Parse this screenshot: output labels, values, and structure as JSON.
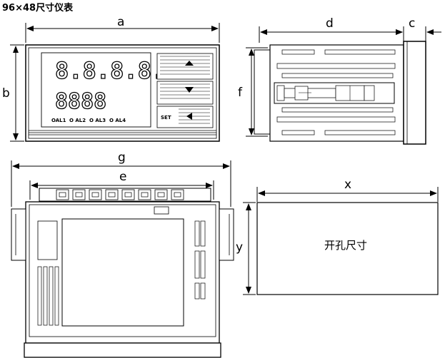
{
  "title": "96×48尺寸仪表",
  "dimensions": {
    "a": "a",
    "b": "b",
    "c": "c",
    "d": "d",
    "e": "e",
    "f": "f",
    "g": "g",
    "x": "x",
    "y": "y"
  },
  "display": {
    "upper_digits": "8.8.8.8.",
    "lower_digits": "8888"
  },
  "alarms": [
    "OAL1",
    "O AL2",
    "O AL3",
    "O AL4"
  ],
  "keys": {
    "up_icon": "triangle-up-icon",
    "down_icon": "triangle-down-icon",
    "set_label": "SET",
    "set_icon": "triangle-left-icon"
  },
  "cutout_label": "开孔尺寸"
}
